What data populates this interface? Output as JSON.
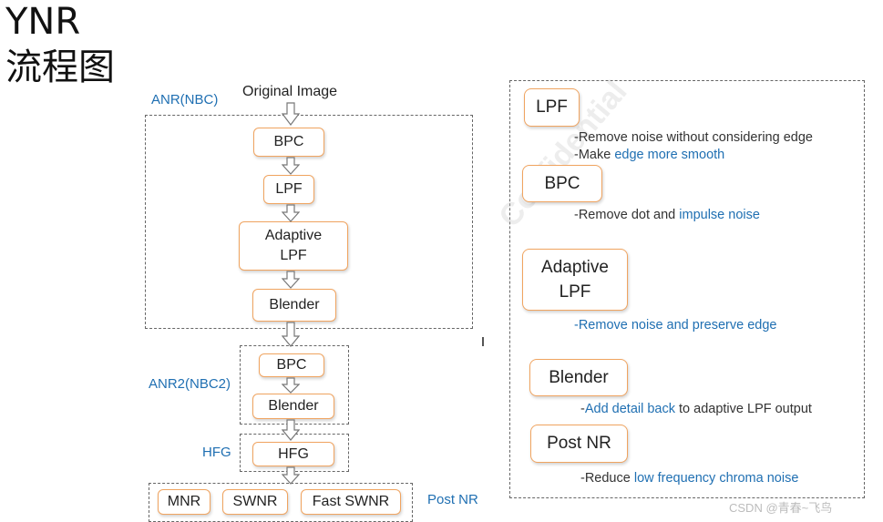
{
  "title": {
    "line1": "YNR",
    "line2": "流程图"
  },
  "left": {
    "source_label": "Original Image",
    "anr_label": "ANR(NBC)",
    "anr2_label": "ANR2(NBC2)",
    "hfg_label": "HFG",
    "post_nr_label": "Post NR",
    "boxes": {
      "bpc": "BPC",
      "lpf": "LPF",
      "adaptive_lpf_1": "Adaptive",
      "adaptive_lpf_2": "LPF",
      "blender": "Blender",
      "bpc2": "BPC",
      "blender2": "Blender",
      "hfg": "HFG",
      "mnr": "MNR",
      "swnr": "SWNR",
      "fast_swnr": "Fast SWNR"
    }
  },
  "right": {
    "lpf_box": "LPF",
    "lpf_desc1": "-Remove noise without considering edge",
    "lpf_desc2_a": "-Make ",
    "lpf_desc2_b": "edge more smooth",
    "bpc_box": "BPC",
    "bpc_desc_a": "-Remove dot and ",
    "bpc_desc_b": "impulse noise",
    "adaptive_box_1": "Adaptive",
    "adaptive_box_2": "LPF",
    "adaptive_desc": "-Remove noise and preserve edge",
    "blender_box": "Blender",
    "blender_desc_a": "-",
    "blender_desc_b": "Add detail back",
    "blender_desc_c": " to adaptive LPF output",
    "postnr_box": "Post NR",
    "postnr_desc_a": "-Reduce ",
    "postnr_desc_b": "low frequency chroma noise"
  },
  "watermark": "Confidential",
  "footer": "CSDN @青春~飞鸟",
  "colors": {
    "box_border": "#f0a460",
    "label_blue": "#1f6fb2"
  }
}
